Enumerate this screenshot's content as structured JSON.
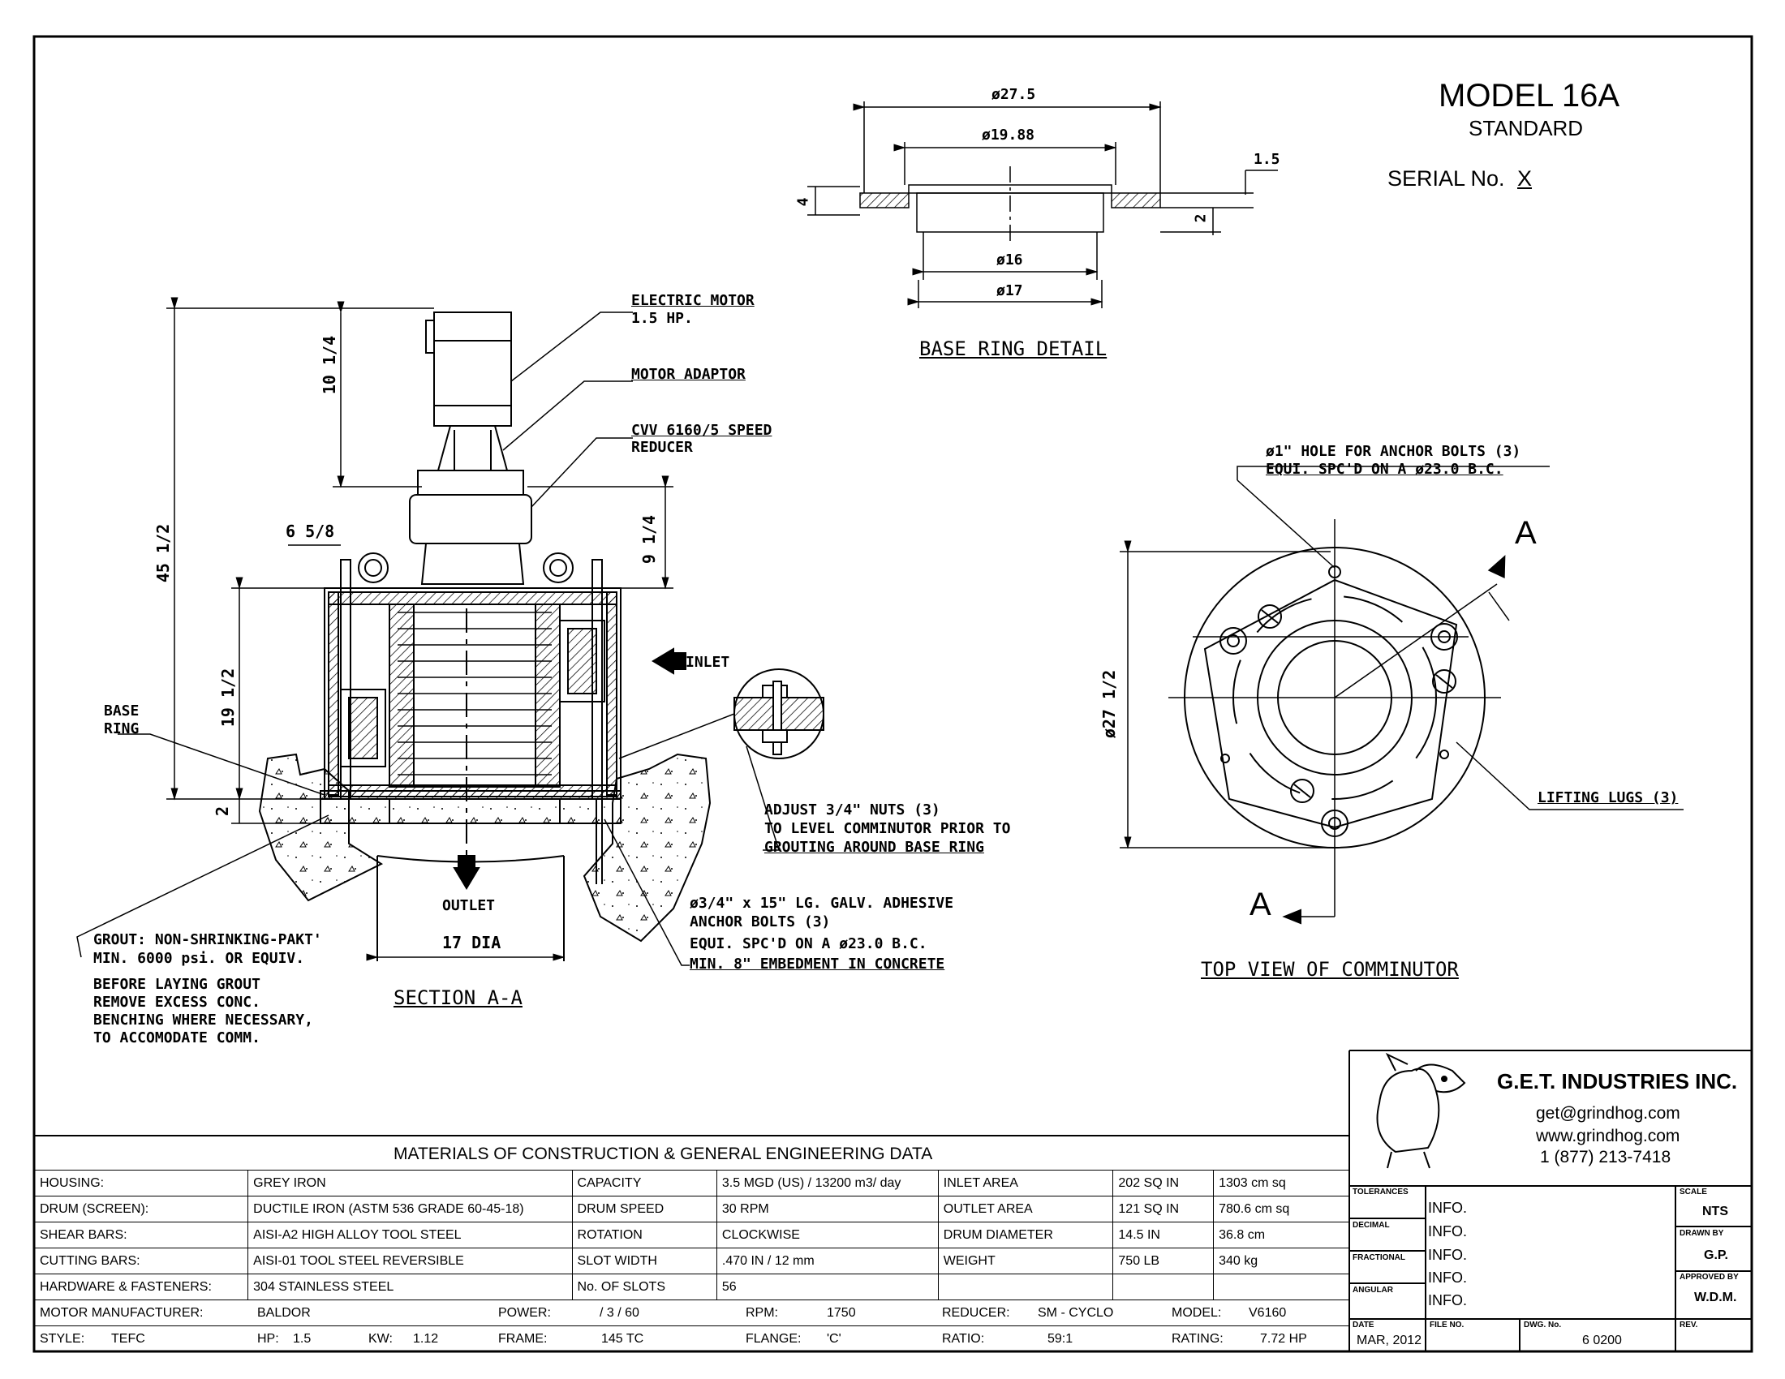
{
  "title": {
    "model": "MODEL 16A",
    "sub": "STANDARD",
    "serial_label": "SERIAL No.",
    "serial_value": "X"
  },
  "base_ring": {
    "title": "BASE RING DETAIL",
    "dims": {
      "d275": "ø27.5",
      "d1988": "ø19.88",
      "d16": "ø16",
      "d17": "ø17",
      "h4": "4",
      "t15": "1.5",
      "t2": "2"
    }
  },
  "section": {
    "title": "SECTION A-A",
    "dims": {
      "h45": "45 1/2",
      "h10": "10 1/4",
      "h9": "9 1/4",
      "h19": "19 1/2",
      "h2": "2",
      "w658": "6 5/8",
      "dia17": "17 DIA"
    },
    "labels": {
      "motor": [
        "ELECTRIC MOTOR",
        "1.5 HP."
      ],
      "adaptor": "MOTOR ADAPTOR",
      "reducer": [
        "CVV 6160/5 SPEED",
        "REDUCER"
      ],
      "inlet": "INLET",
      "outlet": "OUTLET",
      "base_ring": [
        "BASE",
        "RING"
      ],
      "adjust": [
        "ADJUST 3/4\" NUTS (3)",
        "TO LEVEL COMMINUTOR PRIOR TO",
        "GROUTING AROUND BASE RING"
      ],
      "anchor": [
        "ø3/4\" x 15\" LG. GALV. ADHESIVE",
        "ANCHOR BOLTS (3)",
        "EQUI. SPC'D ON A ø23.0 B.C.",
        "MIN. 8\" EMBEDMENT IN CONCRETE"
      ],
      "grout": [
        "GROUT: NON-SHRINKING-PAKT'",
        "MIN. 6000 psi. OR EQUIV.",
        "BEFORE LAYING GROUT",
        "REMOVE EXCESS CONC.",
        "BENCHING WHERE NECESSARY,",
        "TO ACCOMODATE COMM."
      ]
    }
  },
  "top_view": {
    "title": "TOP VIEW OF COMMINUTOR",
    "hole_note": [
      "ø1\" HOLE FOR ANCHOR BOLTS (3)",
      "EQUI. SPC'D ON A ø23.0 B.C."
    ],
    "lugs": "LIFTING LUGS (3)",
    "dia": "ø27 1/2",
    "section_mark": "A"
  },
  "company": {
    "name": "G.E.T. INDUSTRIES INC.",
    "email": "get@grindhog.com",
    "web": "www.grindhog.com",
    "phone": "1 (877) 213-7418"
  },
  "title_block": {
    "labels": {
      "tolerances": "TOLERANCES",
      "decimal": "DECIMAL",
      "fractional": "FRACTIONAL",
      "angular": "ANGULAR",
      "scale": "SCALE",
      "drawn": "DRAWN BY",
      "approved": "APPROVED BY",
      "date": "DATE",
      "file": "FILE NO.",
      "dwg": "DWG. No.",
      "rev": "REV."
    },
    "info": [
      "INFO.",
      "INFO.",
      "INFO.",
      "INFO.",
      "INFO."
    ],
    "scale": "NTS",
    "drawn": "G.P.",
    "approved": "W.D.M.",
    "date": "MAR, 2012",
    "dwg": "6 0200"
  },
  "materials": {
    "header": "MATERIALS OF CONSTRUCTION & GENERAL  ENGINEERING  DATA",
    "rows": [
      [
        "HOUSING:",
        "GREY IRON",
        "CAPACITY",
        "3.5 MGD (US)  / 13200 m3/ day",
        "INLET  AREA",
        "202 SQ IN",
        "1303 cm sq"
      ],
      [
        "DRUM (SCREEN):",
        "DUCTILE IRON (ASTM 536 GRADE 60-45-18)",
        "DRUM  SPEED",
        "30 RPM",
        "OUTLET  AREA",
        "121 SQ IN",
        "780.6 cm sq"
      ],
      [
        "SHEAR BARS:",
        "AISI-A2 HIGH ALLOY TOOL STEEL",
        "ROTATION",
        "CLOCKWISE",
        "DRUM  DIAMETER",
        "14.5 IN",
        "36.8 cm"
      ],
      [
        "CUTTING BARS:",
        "AISI-01 TOOL STEEL REVERSIBLE",
        "SLOT  WIDTH",
        ".470 IN /  12 mm",
        "WEIGHT",
        "750 LB",
        "340 kg"
      ],
      [
        "HARDWARE & FASTENERS:",
        "304 STAINLESS STEEL",
        "No. OF SLOTS",
        "56",
        "",
        "",
        ""
      ]
    ],
    "motor_row": {
      "l1": "MOTOR MANUFACTURER:",
      "v1": "BALDOR",
      "l2": "POWER:",
      "v2": "/ 3 / 60",
      "l3": "RPM:",
      "v3": "1750",
      "l4": "REDUCER:",
      "v4": "SM - CYCLO",
      "l5": "MODEL:",
      "v5": "V6160"
    },
    "style_row": {
      "l1": "STYLE:",
      "v1": "TEFC",
      "l2": "HP:",
      "v2": "1.5",
      "l3": "KW:",
      "v3": "1.12",
      "l4": "FRAME:",
      "v4": "145 TC",
      "l5": "FLANGE:",
      "v5": "'C'",
      "l6": "RATIO:",
      "v6": "59:1",
      "l7": "RATING:",
      "v7": "7.72 HP"
    }
  }
}
